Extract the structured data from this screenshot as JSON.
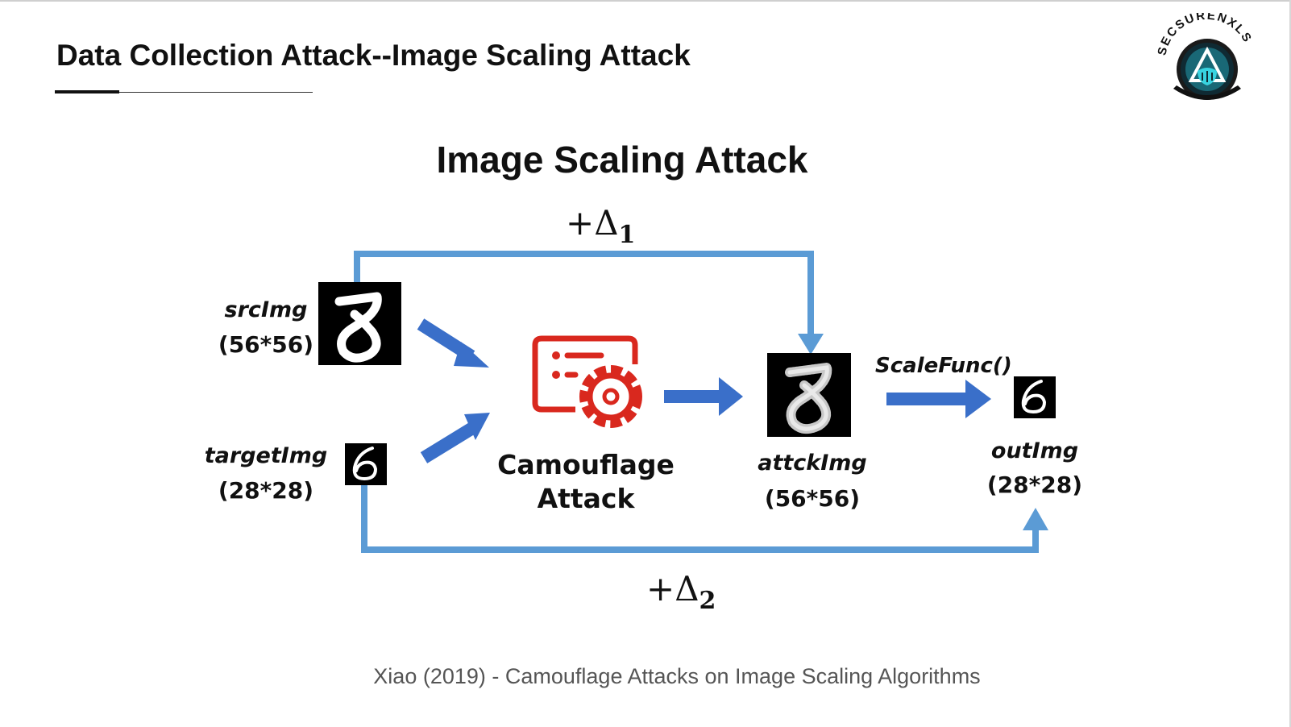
{
  "slide": {
    "title": "Data Collection Attack--Image Scaling Attack",
    "caption": "Xiao (2019) - Camouflage Attacks on Image Scaling Algorithms"
  },
  "logo": {
    "text": "SECSURENXLS"
  },
  "diagram": {
    "title": "Image Scaling Attack",
    "delta1_symbol": "+Δ",
    "delta1_sub": "1",
    "delta2_symbol": "+Δ",
    "delta2_sub": "2",
    "src_name": "srcImg",
    "src_size": "(56*56)",
    "target_name": "targetImg",
    "target_size": "(28*28)",
    "camouflage_line1": "Camouflage",
    "camouflage_line2": "Attack",
    "attack_name": "attckImg",
    "attack_size": "(56*56)",
    "scale_func": "ScaleFunc()",
    "out_name": "outImg",
    "out_size": "(28*28)",
    "colors": {
      "flow_line": "#5b9bd5",
      "arrow": "#3a6fc9",
      "camouflage_icon": "#d9281e",
      "image_bg": "#000000"
    },
    "icons": {
      "camouflage": "gear-settings-window-icon",
      "src_image": "digit-8-image",
      "target_image": "digit-6-image",
      "attack_image": "noisy-digit-8-image",
      "out_image": "digit-6-image"
    }
  }
}
